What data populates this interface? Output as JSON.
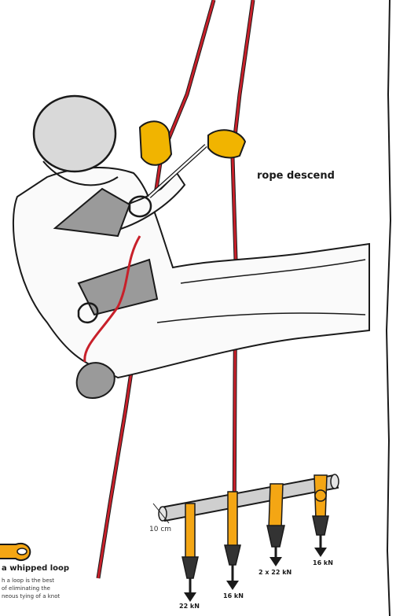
{
  "title": "rope descend",
  "bar_diameter": "10 cm",
  "loads": {
    "load1": "22 kN",
    "load2": "16 kN",
    "load3": "2 x 22 kN",
    "load4": "16 kN"
  },
  "sidebar": {
    "heading": "a whipped loop",
    "line1": "h a loop is the best",
    "line2": "of eliminating the",
    "line3": "neous tying of a knot"
  },
  "colors": {
    "rope": "#c8202a",
    "sling": "#f4a614",
    "device": "#f1b400",
    "skin": "#d9d9d9",
    "clothing": "#fafafa",
    "ink": "#1a1a1a"
  }
}
